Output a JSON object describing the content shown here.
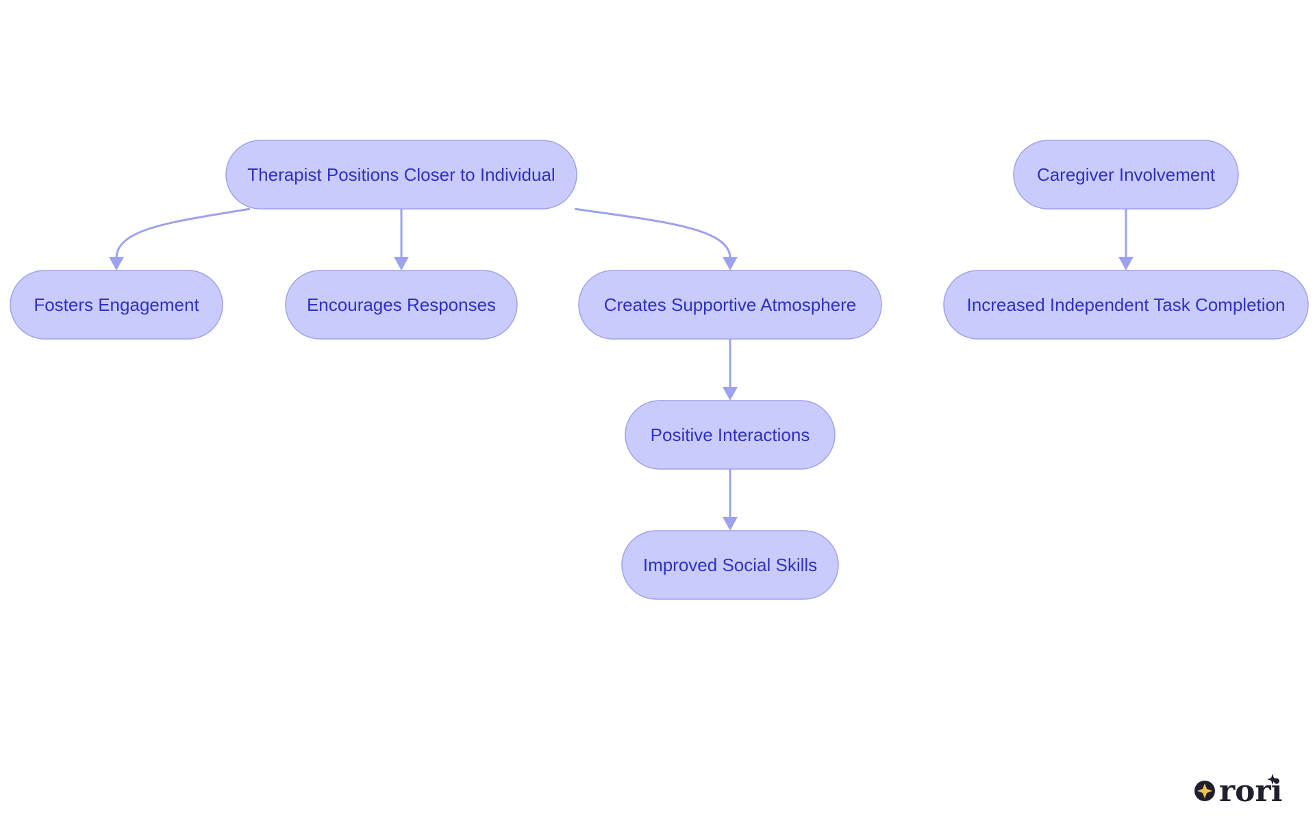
{
  "diagram": {
    "nodes": [
      {
        "id": "therapist",
        "label": "Therapist Positions Closer to Individual"
      },
      {
        "id": "fosters",
        "label": "Fosters Engagement"
      },
      {
        "id": "encourages",
        "label": "Encourages Responses"
      },
      {
        "id": "supportive",
        "label": "Creates Supportive Atmosphere"
      },
      {
        "id": "positive",
        "label": "Positive Interactions"
      },
      {
        "id": "improved",
        "label": "Improved Social Skills"
      },
      {
        "id": "caregiver",
        "label": "Caregiver Involvement"
      },
      {
        "id": "increased",
        "label": "Increased Independent Task Completion"
      }
    ],
    "edges": [
      {
        "from": "therapist",
        "to": "fosters"
      },
      {
        "from": "therapist",
        "to": "encourages"
      },
      {
        "from": "therapist",
        "to": "supportive"
      },
      {
        "from": "supportive",
        "to": "positive"
      },
      {
        "from": "positive",
        "to": "improved"
      },
      {
        "from": "caregiver",
        "to": "increased"
      }
    ],
    "colors": {
      "node_fill": "#c9cbfc",
      "node_stroke": "#9da1ee",
      "node_text": "#2e31c4",
      "edge": "#9da1ee"
    }
  },
  "logo": {
    "text": "rori",
    "icon": "sparkle-icon"
  }
}
